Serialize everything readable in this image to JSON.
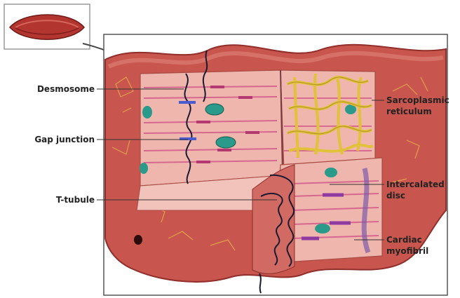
{
  "labels": {
    "desmosome": "Desmosome",
    "gap_junction": "Gap junction",
    "t_tubule": "T-tubule",
    "sarcoplasmic_1": "Sarcoplasmic",
    "sarcoplasmic_2": "reticulum",
    "intercalated_1": "Intercalated",
    "intercalated_2": "disc",
    "cardiac_1": "Cardiac",
    "cardiac_2": "myofibril"
  },
  "colors": {
    "tissue": "#c8564e",
    "tissue_dark": "#8f2e2a",
    "cell_face": "#efb6ad",
    "myofibril_stripe": "#d25a8a",
    "nucleus": "#2a9a8a",
    "reticulum": "#e2c23a",
    "disc_line": "#1a1a33"
  }
}
